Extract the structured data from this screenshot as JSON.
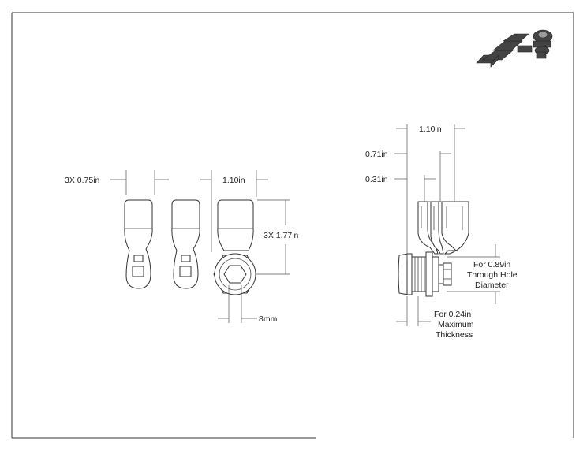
{
  "front_view": {
    "dim_thickness": "3X 0.75in",
    "dim_width": "1.10in",
    "dim_length": "3X 1.77in",
    "dim_hex": "8mm"
  },
  "side_view": {
    "dim_total": "1.10in",
    "dim_mid": "0.71in",
    "dim_short": "0.31in",
    "hole_note": [
      "For 0.89in",
      "Through Hole",
      "Diameter"
    ],
    "thickness_note": [
      "For 0.24in",
      "Maximum",
      "Thickness"
    ]
  },
  "colors": {
    "line": "#333333",
    "iso_part": "#444444"
  }
}
